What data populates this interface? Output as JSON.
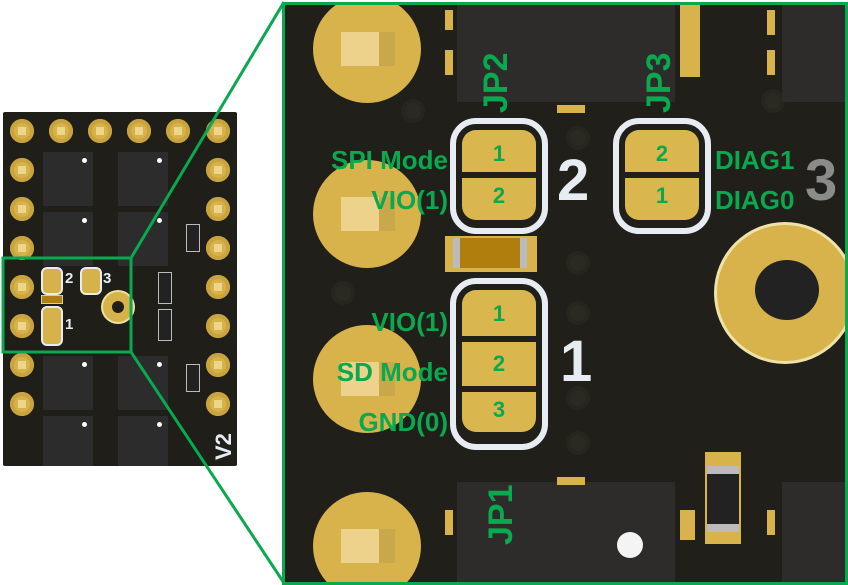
{
  "overview": {
    "version_label": "V2",
    "jumper_numbers": [
      "2",
      "3",
      "1"
    ]
  },
  "detail": {
    "chip_labels": {
      "jp2": "JP2",
      "jp3": "JP3",
      "jp1": "JP1"
    },
    "jumper2": {
      "number": "2",
      "pads": [
        "1",
        "2"
      ],
      "left_labels": [
        "SPI Mode",
        "VIO(1)"
      ]
    },
    "jumper3": {
      "number": "3",
      "pads": [
        "2",
        "1"
      ],
      "right_labels": [
        "DIAG1",
        "DIAG0"
      ]
    },
    "jumper1": {
      "number": "1",
      "pads": [
        "1",
        "2",
        "3"
      ],
      "left_labels": [
        "VIO(1)",
        "SD Mode",
        "GND(0)"
      ]
    }
  },
  "colors": {
    "highlight": "#0aa84f",
    "gold": "#d8b24b",
    "board": "#201f1a",
    "silkscreen": "#e6ecf2"
  }
}
